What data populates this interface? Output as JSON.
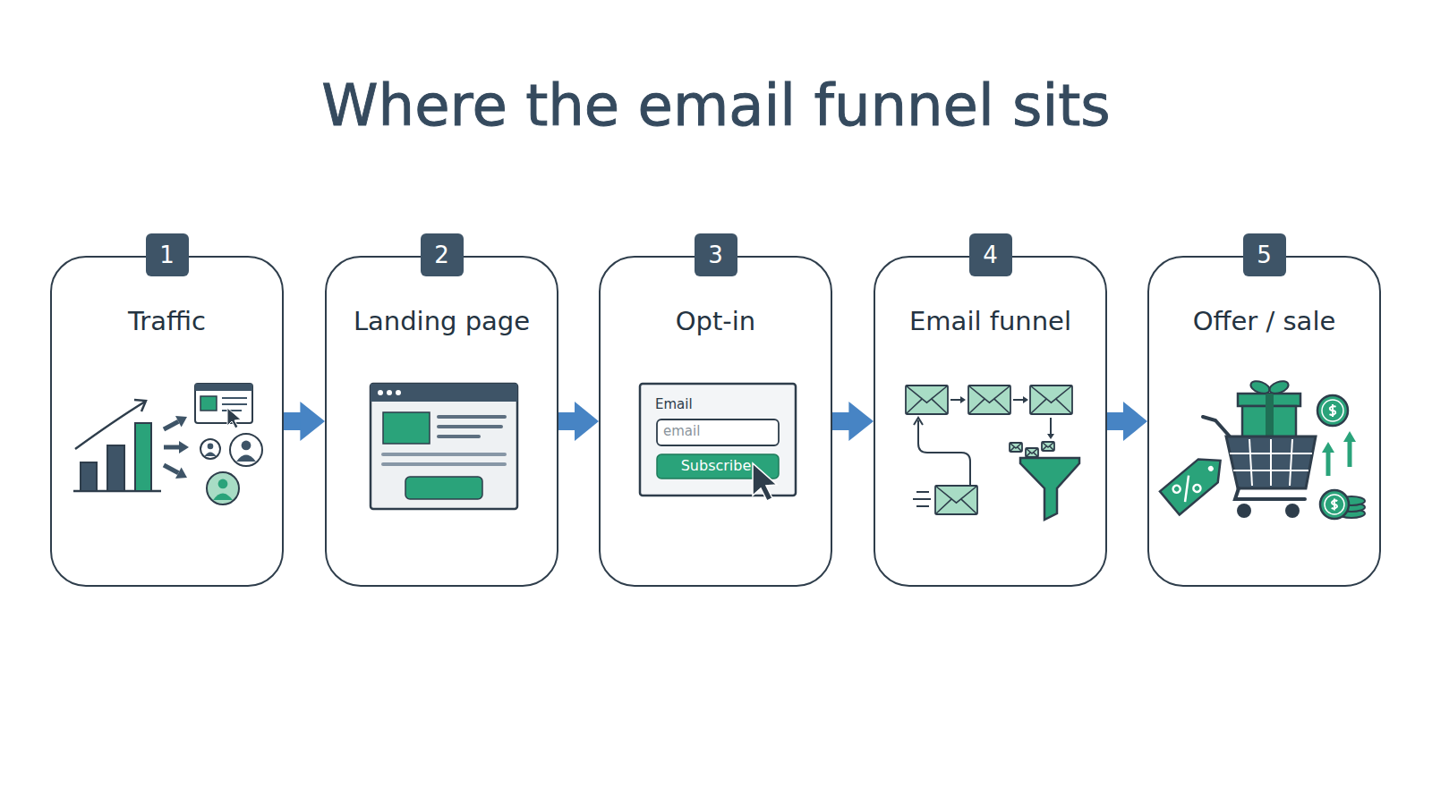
{
  "diagram": {
    "title": "Where the email funnel sits",
    "nodes": [
      {
        "text": [
          "1",
          "Traffic"
        ]
      },
      {
        "text": [
          "2",
          "Landing page"
        ]
      },
      {
        "text": [
          "3",
          "Opt-in"
        ]
      },
      {
        "text": [
          "4",
          "Email funnel"
        ]
      },
      {
        "text": [
          "5",
          "Offer / sale"
        ]
      }
    ],
    "edges": [
      {
        "from": 0,
        "to": 1,
        "arrow": "to"
      },
      {
        "from": 1,
        "to": 2,
        "arrow": "to"
      },
      {
        "from": 2,
        "to": 3,
        "arrow": "to"
      },
      {
        "from": 3,
        "to": 4,
        "arrow": "to"
      }
    ],
    "labels": [
      "Email",
      "email",
      "Subscribe"
    ]
  }
}
